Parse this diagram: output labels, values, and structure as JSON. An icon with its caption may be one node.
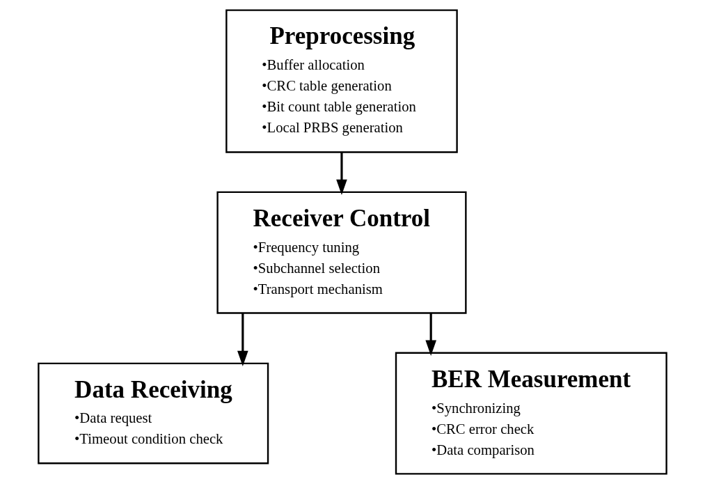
{
  "diagram": {
    "nodes": [
      {
        "text": [
          "Preprocessing",
          "•Buffer allocation",
          "•CRC table generation",
          "•Bit count table generation",
          "•Local PRBS generation"
        ]
      },
      {
        "text": [
          "Receiver Control",
          "•Frequency tuning",
          "•Subchannel selection",
          "•Transport mechanism"
        ]
      },
      {
        "text": [
          "Data Receiving",
          "•Data request",
          "•Timeout condition check"
        ]
      },
      {
        "text": [
          "BER Measurement",
          "•Synchronizing",
          "•CRC error check",
          "•Data comparison"
        ]
      }
    ],
    "edges": [
      {
        "from": 0,
        "to": 1,
        "arrow": "to"
      },
      {
        "from": 1,
        "to": 2,
        "arrow": "to"
      },
      {
        "from": 1,
        "to": 3,
        "arrow": "to"
      }
    ]
  }
}
